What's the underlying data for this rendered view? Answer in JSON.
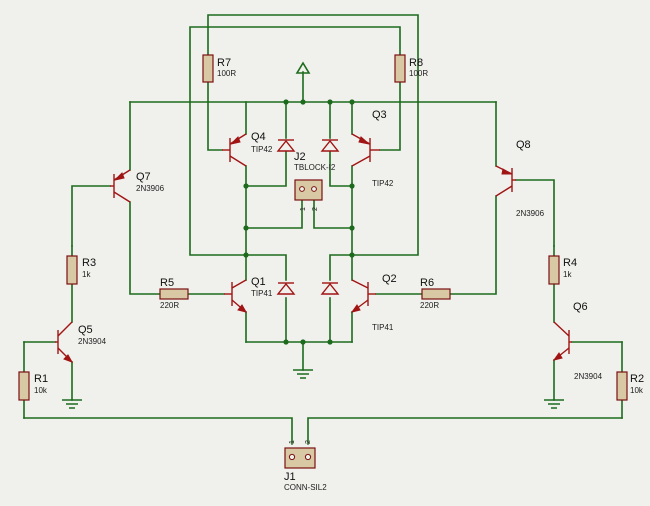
{
  "components": {
    "R1": {
      "ref": "R1",
      "value": "10k"
    },
    "R2": {
      "ref": "R2",
      "value": "10k"
    },
    "R3": {
      "ref": "R3",
      "value": "1k"
    },
    "R4": {
      "ref": "R4",
      "value": "1k"
    },
    "R5": {
      "ref": "R5",
      "value": "220R"
    },
    "R6": {
      "ref": "R6",
      "value": "220R"
    },
    "R7": {
      "ref": "R7",
      "value": "100R"
    },
    "R8": {
      "ref": "R8",
      "value": "100R"
    },
    "Q1": {
      "ref": "Q1",
      "value": "TIP41"
    },
    "Q2": {
      "ref": "Q2",
      "value": "TIP41"
    },
    "Q3": {
      "ref": "Q3",
      "value": "TIP42"
    },
    "Q4": {
      "ref": "Q4",
      "value": "TIP42"
    },
    "Q5": {
      "ref": "Q5",
      "value": "2N3904"
    },
    "Q6": {
      "ref": "Q6",
      "value": "2N3904"
    },
    "Q7": {
      "ref": "Q7",
      "value": "2N3906"
    },
    "Q8": {
      "ref": "Q8",
      "value": "2N3906"
    },
    "J1": {
      "ref": "J1",
      "value": "CONN-SIL2",
      "pins": [
        "1",
        "2"
      ]
    },
    "J2": {
      "ref": "J2",
      "value": "TBLOCK-I2",
      "pins": [
        "1",
        "2"
      ]
    }
  },
  "colors": {
    "wire": "#1c6b1c",
    "component": "#a01414",
    "resistor_fill": "#d8c9a4",
    "background": "#f0f0ec"
  }
}
